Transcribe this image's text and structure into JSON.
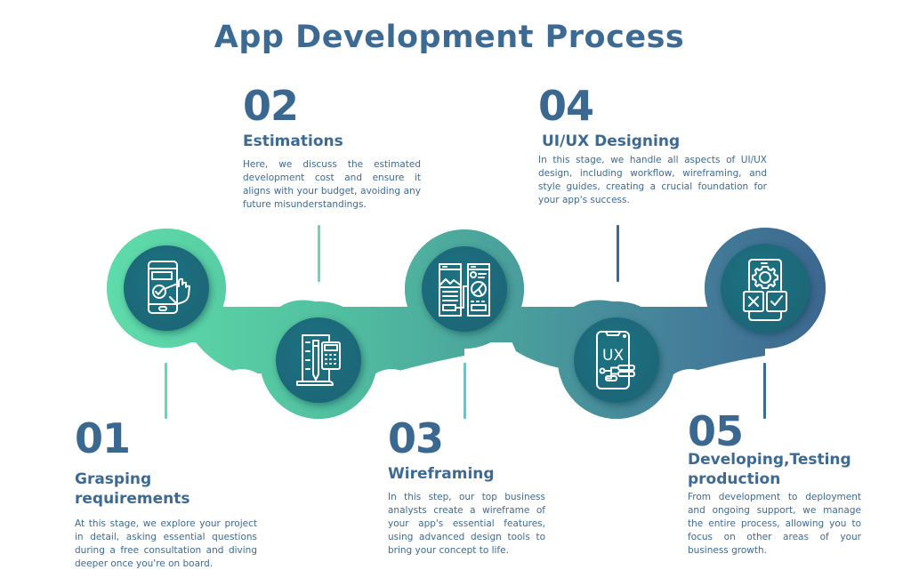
{
  "title": "App Development Process",
  "colors": {
    "title": "#3d6a93",
    "gradient_start": "#5fdcaa",
    "gradient_mid": "#4a9e9c",
    "gradient_end": "#3c6790",
    "inner_circle": "#1e6e7c",
    "line_green": "#5fdcaa",
    "line_teal": "#4fd0d8",
    "line_blue": "#3d6a93"
  },
  "steps": [
    {
      "number": "01",
      "heading": "Grasping requirements",
      "description": "At this stage, we explore your project in detail, asking essential questions during a free consultation and diving deeper once you're on board.",
      "icon": "phone-touch-check-icon"
    },
    {
      "number": "02",
      "heading": "Estimations",
      "description": "Here, we discuss the estimated development cost and ensure it aligns with your budget, avoiding any future misunderstandings.",
      "icon": "document-pen-calculator-icon"
    },
    {
      "number": "03",
      "heading": "Wireframing",
      "description": "In this step, our top business analysts create a wireframe of your app's essential features, using advanced design tools to bring your concept to life.",
      "icon": "wireframe-screens-icon"
    },
    {
      "number": "04",
      "heading": "UI/UX Designing",
      "description": "In this stage, we handle all aspects of UI/UX design, including workflow, wireframing, and style guides, creating a crucial foundation for your app's success.",
      "icon": "phone-ux-flow-icon",
      "icon_text": "UX"
    },
    {
      "number": "05",
      "heading": "Developing,Testing production",
      "description": "From development to deployment and ongoing support, we manage the entire process, allowing you to focus on other areas of your business growth.",
      "icon": "phone-gear-test-icon"
    }
  ]
}
